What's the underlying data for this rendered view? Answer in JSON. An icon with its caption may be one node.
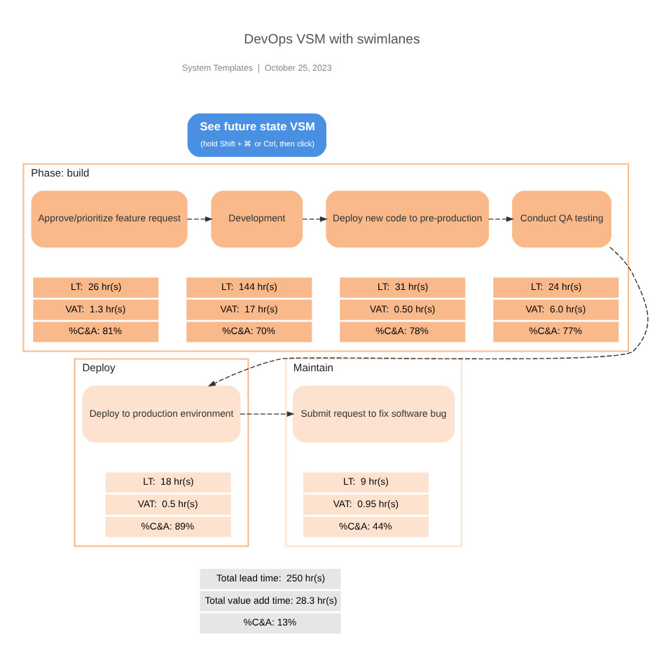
{
  "diagram": {
    "title": "DevOps VSM with swimlanes",
    "nodes": [
      {
        "text": [
          "See future state VSM",
          "(hold Shift + ⌘ or Ctrl, then click)"
        ]
      },
      {
        "text": [
          "Phase: build"
        ]
      },
      {
        "text": [
          "Approve/prioritize feature request"
        ],
        "in": 1
      },
      {
        "text": [
          "Development"
        ],
        "in": 1
      },
      {
        "text": [
          "Deploy new code to pre-production"
        ],
        "in": 1
      },
      {
        "text": [
          "Conduct QA testing"
        ],
        "in": 1
      },
      {
        "text": [
          "LT:  26 hr(s)",
          "VAT:  1.3 hr(s)",
          "%C&A: 81%"
        ],
        "in": 1
      },
      {
        "text": [
          "LT:  144 hr(s)",
          "VAT:  17 hr(s)",
          "%C&A: 70%"
        ],
        "in": 1
      },
      {
        "text": [
          "LT:  31 hr(s)",
          "VAT:  0.50 hr(s)",
          "%C&A: 78%"
        ],
        "in": 1
      },
      {
        "text": [
          "LT:  24 hr(s)",
          "VAT:  6.0 hr(s)",
          "%C&A: 77%"
        ],
        "in": 1
      },
      {
        "text": [
          "Deploy"
        ]
      },
      {
        "text": [
          "Deploy to production environment"
        ],
        "in": 10
      },
      {
        "text": [
          "LT:  18 hr(s)",
          "VAT:  0.5 hr(s)",
          "%C&A: 89%"
        ],
        "in": 10
      },
      {
        "text": [
          "Maintain"
        ]
      },
      {
        "text": [
          "Submit request to fix software bug"
        ],
        "in": 13
      },
      {
        "text": [
          "LT:  9 hr(s)",
          "VAT:  0.95 hr(s)",
          "%C&A: 44%"
        ],
        "in": 13
      },
      {
        "text": [
          "Total lead time:  250 hr(s)",
          "Total value add time: 28.3 hr(s)",
          "%C&A: 13%"
        ]
      }
    ],
    "edges": [
      {
        "from": 2,
        "to": 3,
        "arrow": "to",
        "style": "dashed"
      },
      {
        "from": 3,
        "to": 4,
        "arrow": "to",
        "style": "dashed"
      },
      {
        "from": 4,
        "to": 5,
        "arrow": "to",
        "style": "dashed"
      },
      {
        "from": 5,
        "to": 11,
        "arrow": "to",
        "style": "dashed"
      },
      {
        "from": 11,
        "to": 14,
        "arrow": "to",
        "style": "dashed"
      }
    ],
    "labels": [
      "System Templates  |  October 25, 2023"
    ]
  }
}
